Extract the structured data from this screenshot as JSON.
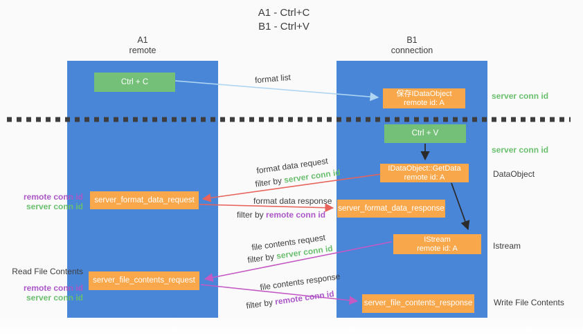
{
  "title": {
    "line1": "A1 - Ctrl+C",
    "line2": "B1 - Ctrl+V"
  },
  "columns": {
    "a1": {
      "name": "A1",
      "role": "remote"
    },
    "b1": {
      "name": "B1",
      "role": "connection"
    }
  },
  "nodes": {
    "ctrl_c": {
      "label": "Ctrl + C"
    },
    "ctrl_v": {
      "label": "Ctrl + V"
    },
    "save_dataobject": {
      "line1": "保存IDataObject",
      "line2": "remote id: A"
    },
    "getdata": {
      "line1": "IDataObject::GetData",
      "line2": "remote id: A"
    },
    "istream": {
      "line1": "IStream",
      "line2": "remote id: A"
    },
    "server_format_data_request": {
      "label": "server_format_data_request"
    },
    "server_format_data_response": {
      "label": "server_format_data_response"
    },
    "server_file_contents_request": {
      "label": "server_file_contents_request"
    },
    "server_file_contents_response": {
      "label": "server_file_contents_response"
    }
  },
  "flow_labels": {
    "format_list": "format list",
    "format_data_request": "format data request",
    "format_data_response": "format data response",
    "file_contents_request": "file contents request",
    "file_contents_response": "file contents response",
    "filter_by": "filter by",
    "server_conn_id": "server conn id",
    "remote_conn_id": "remote conn id"
  },
  "side_labels": {
    "server_conn_id": "server conn id",
    "remote_conn_id": "remote conn id",
    "dataobject": "DataObject",
    "istream": "Istream",
    "read_file_contents": "Read File Contents",
    "write_file_contents": "Write File Contents"
  },
  "colors": {
    "column_blue": "#4a86d8",
    "node_green": "#74c078",
    "node_orange": "#f9a74b",
    "arrow_lightblue": "#aed5f2",
    "arrow_red": "#e8635c",
    "arrow_magenta": "#c459c4",
    "arrow_black": "#2b2b2b",
    "text_green": "#6abf6e",
    "text_purple": "#ab57c8",
    "text_dark": "#3c3c3c"
  }
}
